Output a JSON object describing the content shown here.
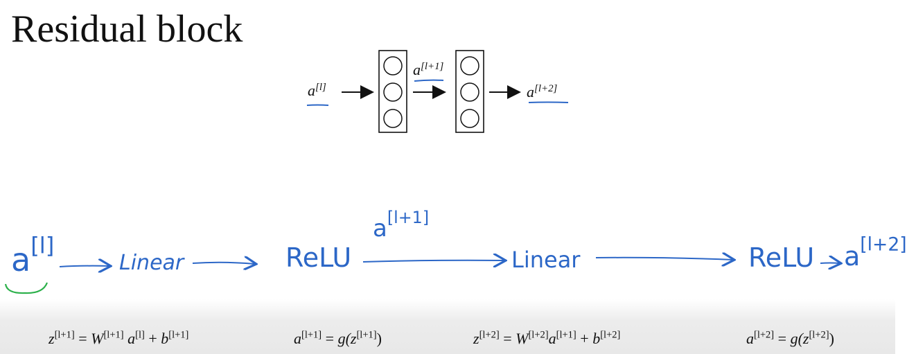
{
  "title": "Residual block",
  "diagram": {
    "input": {
      "base": "a",
      "sup": "[l]"
    },
    "middle": {
      "base": "a",
      "sup": "[l+1]"
    },
    "output": {
      "base": "a",
      "sup": "[l+2]"
    }
  },
  "handwritten": {
    "a_l": {
      "base": "a",
      "sup": "[l]"
    },
    "linear_1": "Linear",
    "relu_1": "ReLU",
    "a_l1": {
      "base": "a",
      "sup": "[l+1]"
    },
    "linear_2": "Linear",
    "relu_2": "ReLU",
    "a_l2": {
      "base": "a",
      "sup": "[l+2]"
    }
  },
  "equations": {
    "eq1": {
      "z": "z",
      "z_sup": "[l+1]",
      "eqs": " = ",
      "W": "W",
      "W_sup": "[l+1]",
      "a": " a",
      "a_sup": "[l]",
      "plus": " + ",
      "b": "b",
      "b_sup": "[l+1]"
    },
    "eq2": {
      "a": "a",
      "a_sup": "[l+1]",
      "eqs": " = ",
      "g": "g(",
      "z": "z",
      "z_sup": "[l+1]",
      "close": ")"
    },
    "eq3": {
      "z": "z",
      "z_sup": "[l+2]",
      "eqs": " =  ",
      "W": "W",
      "W_sup": "[l+2]",
      "a": "a",
      "a_sup": "[l+1]",
      "plus": " + ",
      "b": "b",
      "b_sup": "[l+2]"
    },
    "eq4": {
      "a": "a",
      "a_sup": "[l+2]",
      "eqs": " = ",
      "g": "g(",
      "z": "z",
      "z_sup": "[l+2]",
      "close": ")"
    }
  },
  "colors": {
    "ink": "#111111",
    "handwriting": "#2c67c7",
    "highlight": "#2bb04a"
  }
}
